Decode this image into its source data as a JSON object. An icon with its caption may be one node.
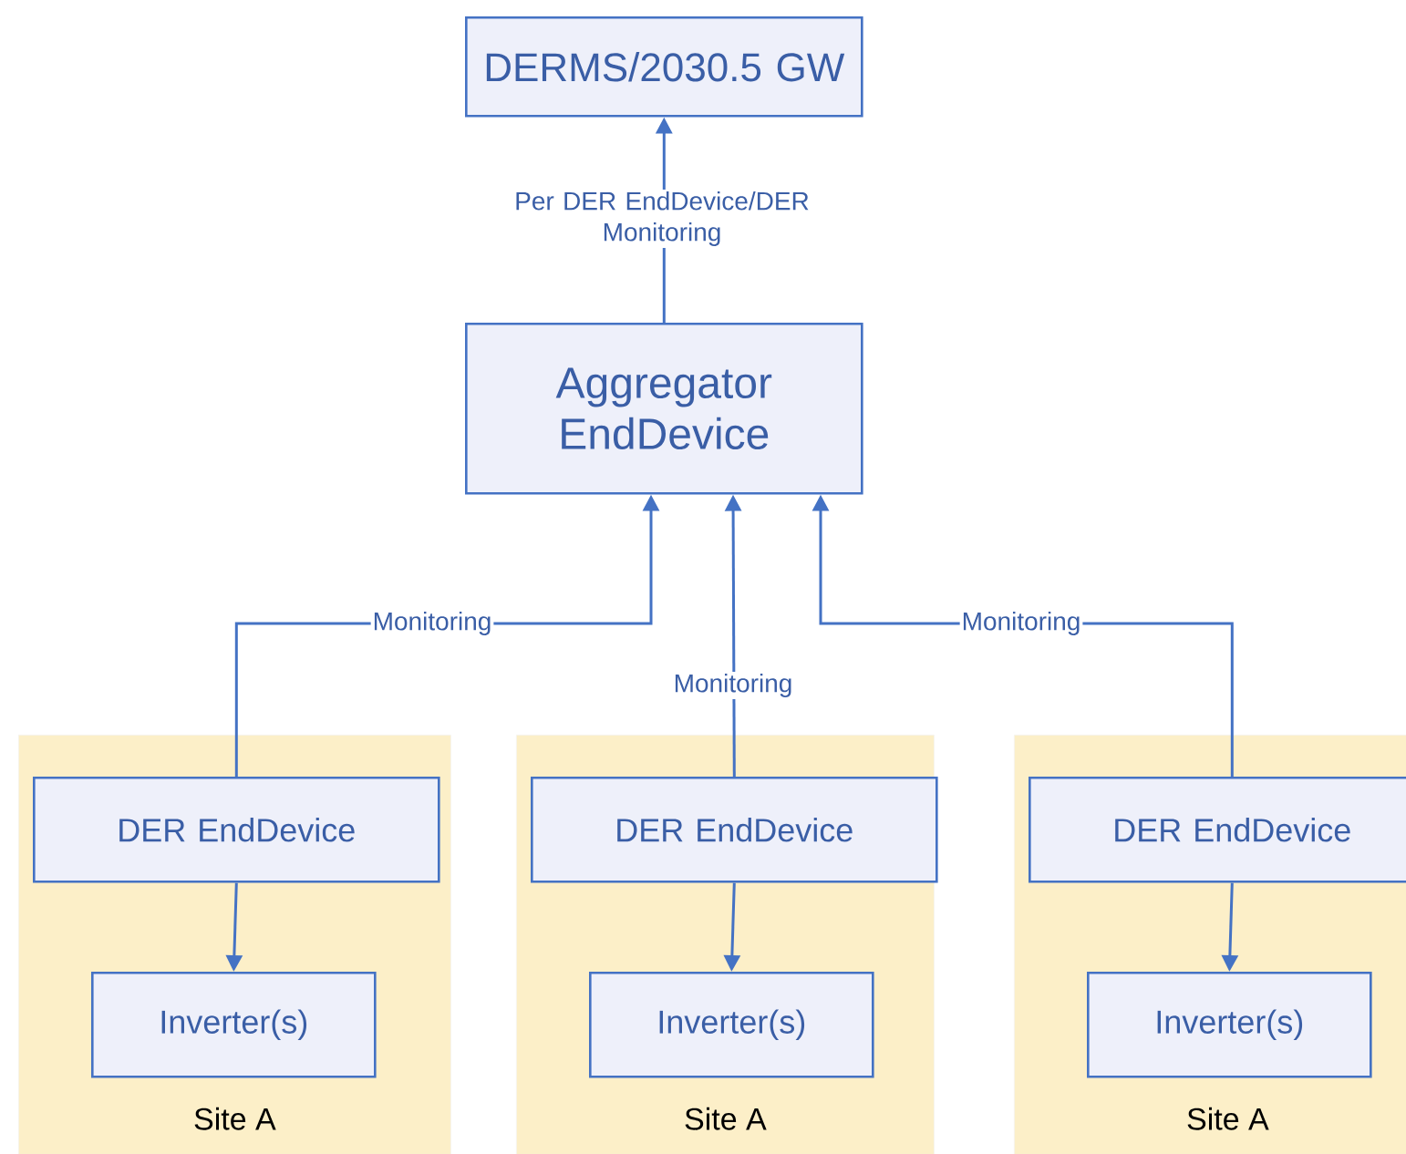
{
  "diagram": {
    "nodes": [
      {
        "text": [
          "DERMS/2030.5 GW"
        ]
      },
      {
        "text": [
          "Aggregator EndDevice"
        ]
      },
      {
        "text": [
          "Site A"
        ]
      },
      {
        "text": [
          "DER EndDevice"
        ],
        "in": 2
      },
      {
        "text": [
          "Inverter(s)"
        ],
        "in": 2
      },
      {
        "text": [
          "Site A"
        ]
      },
      {
        "text": [
          "DER EndDevice"
        ],
        "in": 5
      },
      {
        "text": [
          "Inverter(s)"
        ],
        "in": 5
      },
      {
        "text": [
          "Site A"
        ]
      },
      {
        "text": [
          "DER EndDevice"
        ],
        "in": 8
      },
      {
        "text": [
          "Inverter(s)"
        ],
        "in": 8
      }
    ],
    "edges": [
      {
        "from": 1,
        "to": 0,
        "arrow": "to",
        "label": "Per DER EndDevice/DER Monitoring"
      },
      {
        "from": 3,
        "to": 1,
        "arrow": "to",
        "label": "Monitoring"
      },
      {
        "from": 6,
        "to": 1,
        "arrow": "to",
        "label": "Monitoring"
      },
      {
        "from": 9,
        "to": 1,
        "arrow": "to",
        "label": "Monitoring"
      },
      {
        "from": 3,
        "to": 4,
        "arrow": "to"
      },
      {
        "from": 6,
        "to": 7,
        "arrow": "to"
      },
      {
        "from": 9,
        "to": 10,
        "arrow": "to"
      }
    ]
  }
}
